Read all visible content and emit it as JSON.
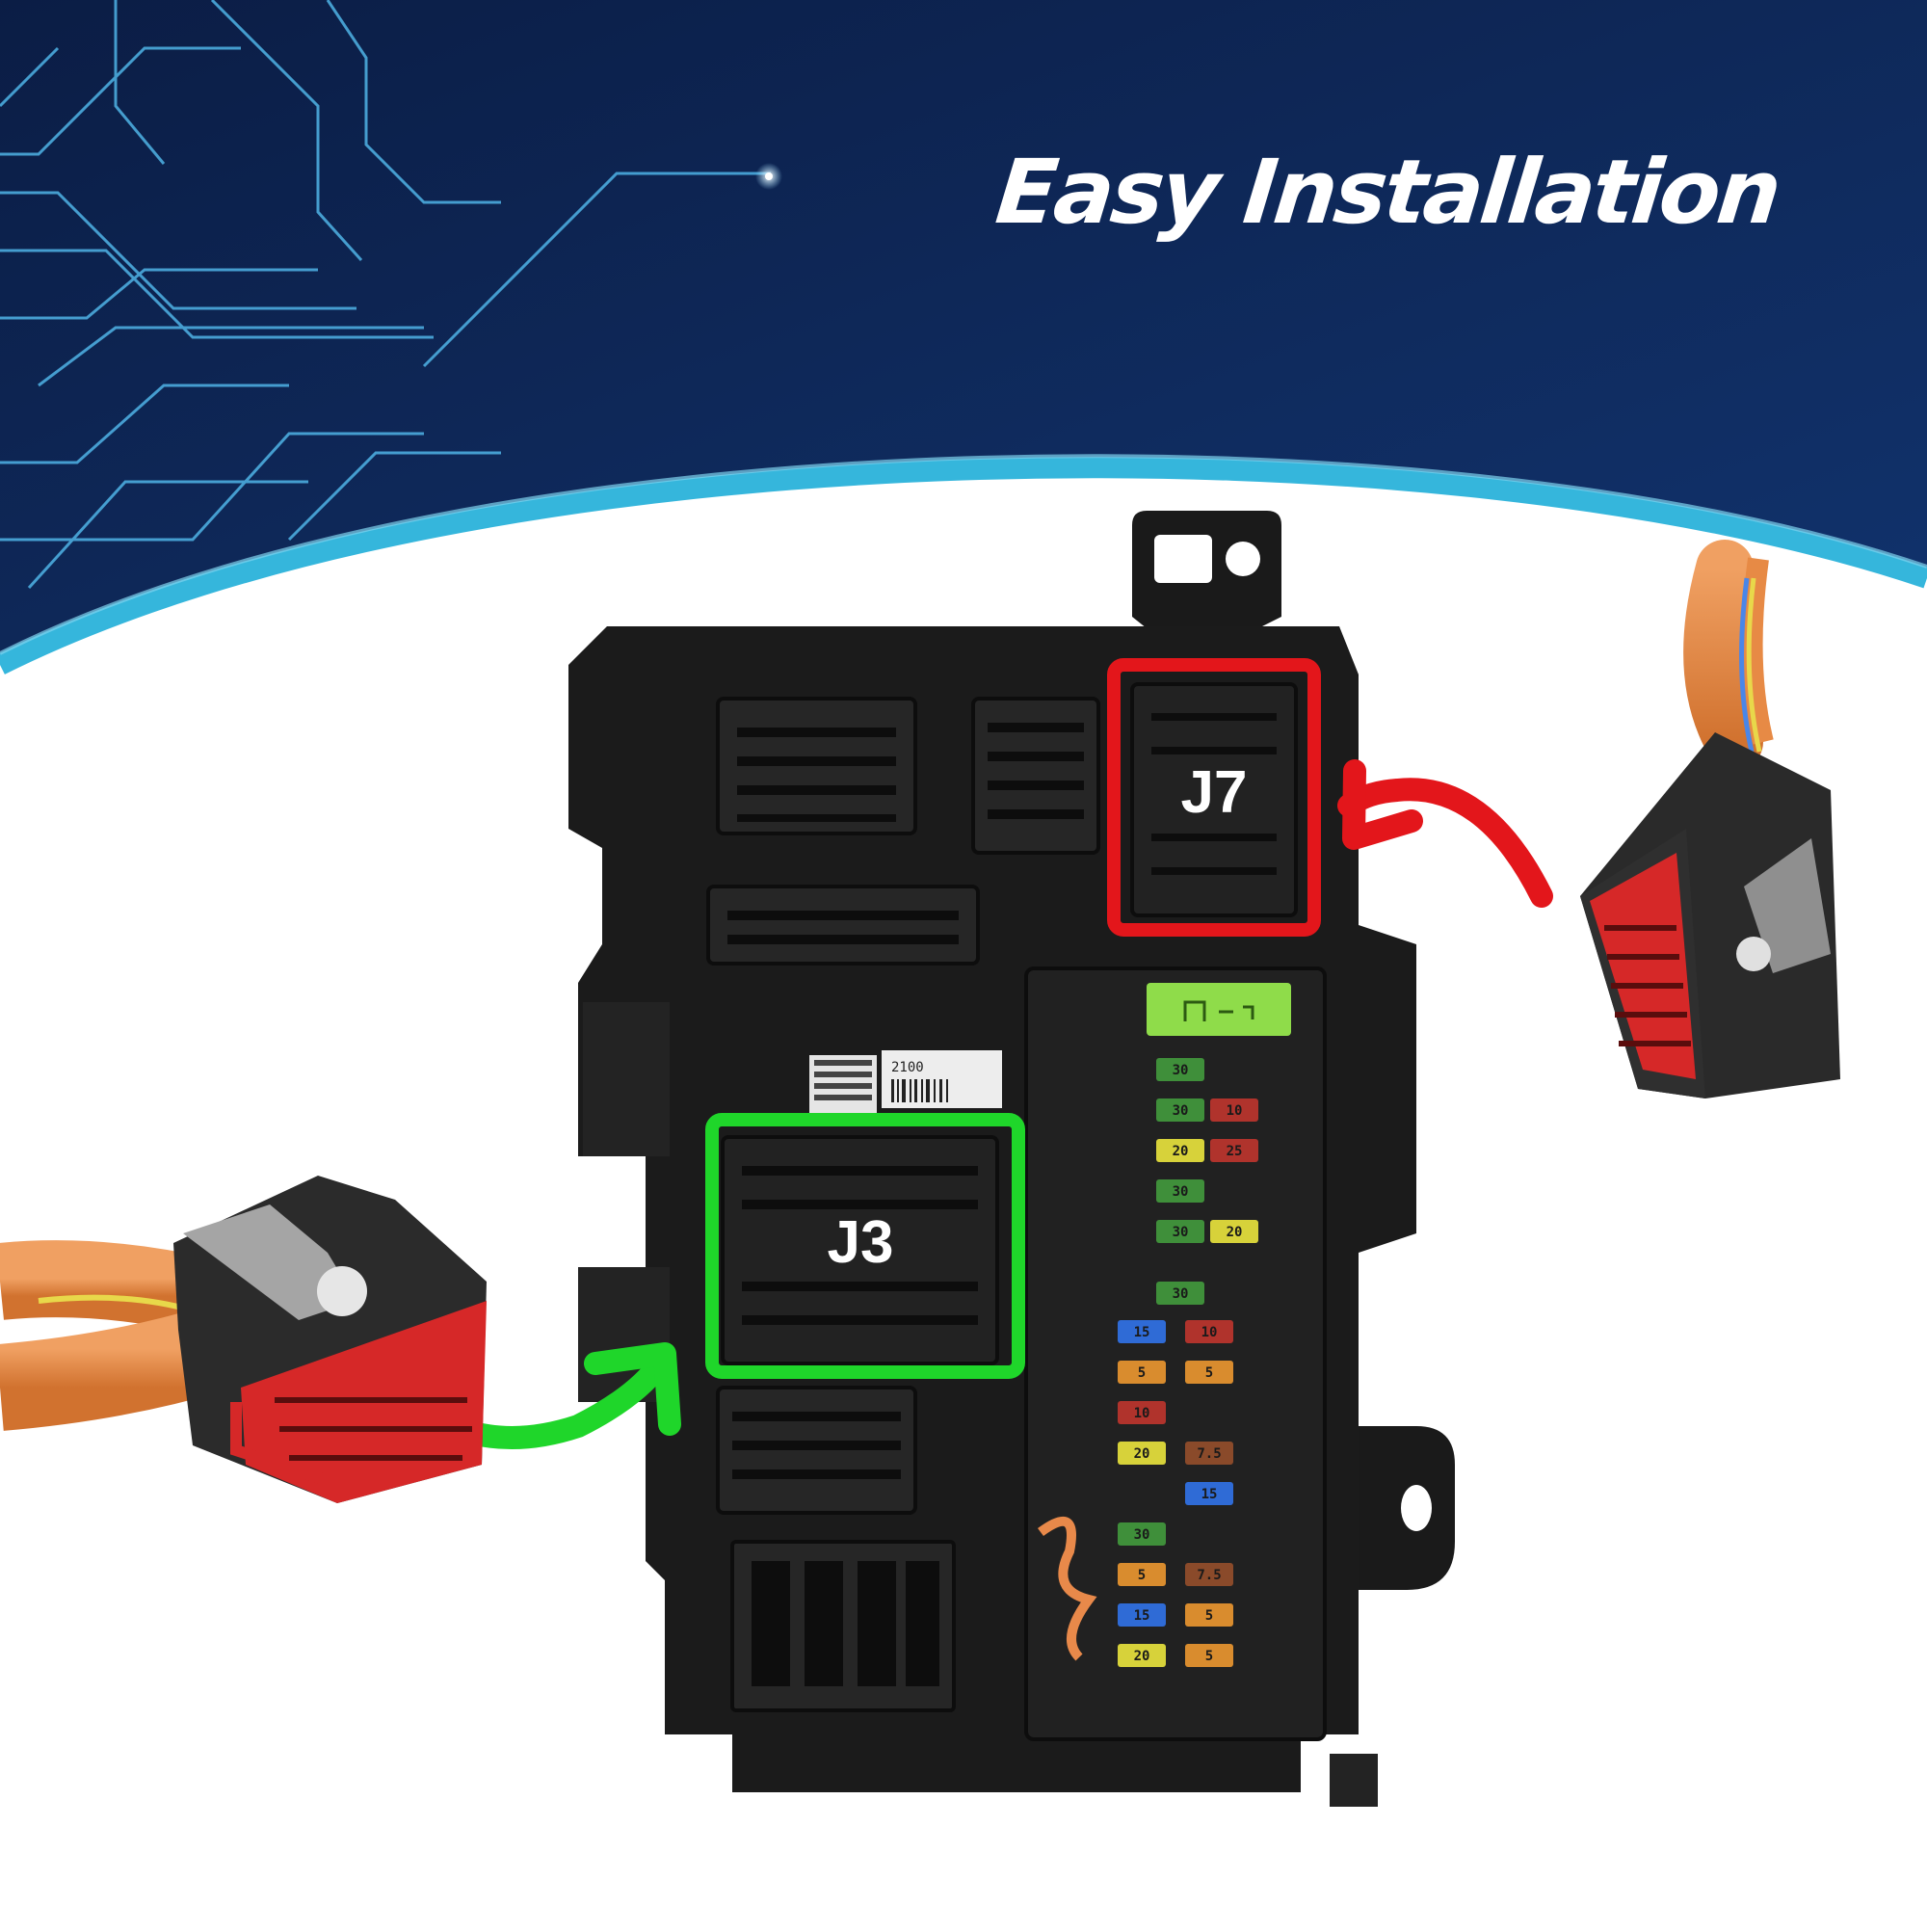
{
  "headline": "Easy Installation",
  "callouts": {
    "j7_label": "J7",
    "j3_label": "J3"
  },
  "barcode_text": "2100",
  "fuses": [
    {
      "value": "30",
      "color": "#3f8f3a"
    },
    {
      "value": "30",
      "color": "#3f8f3a"
    },
    {
      "value": "10",
      "color": "#b0332c"
    },
    {
      "value": "20",
      "color": "#d7d23a"
    },
    {
      "value": "25",
      "color": "#b0332c"
    },
    {
      "value": "30",
      "color": "#3f8f3a"
    },
    {
      "value": "30",
      "color": "#3f8f3a"
    },
    {
      "value": "20",
      "color": "#d7d23a"
    },
    {
      "value": "30",
      "color": "#3f8f3a"
    },
    {
      "value": "15",
      "color": "#2f6bd6"
    },
    {
      "value": "10",
      "color": "#b0332c"
    },
    {
      "value": "5",
      "color": "#d98c2e"
    },
    {
      "value": "5",
      "color": "#d98c2e"
    },
    {
      "value": "10",
      "color": "#b0332c"
    },
    {
      "value": "20",
      "color": "#d7d23a"
    },
    {
      "value": "7.5",
      "color": "#8a4a2a"
    },
    {
      "value": "15",
      "color": "#2f6bd6"
    },
    {
      "value": "30",
      "color": "#3f8f3a"
    },
    {
      "value": "5",
      "color": "#d98c2e"
    },
    {
      "value": "7.5",
      "color": "#8a4a2a"
    },
    {
      "value": "15",
      "color": "#2f6bd6"
    },
    {
      "value": "5",
      "color": "#d98c2e"
    },
    {
      "value": "20",
      "color": "#d7d23a"
    },
    {
      "value": "5",
      "color": "#d98c2e"
    }
  ],
  "colors": {
    "banner_dark": "#0b1d45",
    "banner_mid": "#11336e",
    "arc_cyan": "#35b6dc",
    "j7_frame": "#e3161b",
    "j3_frame": "#1fd62a",
    "module_black": "#1b1b1b",
    "wire_orange": "#e78a45"
  }
}
